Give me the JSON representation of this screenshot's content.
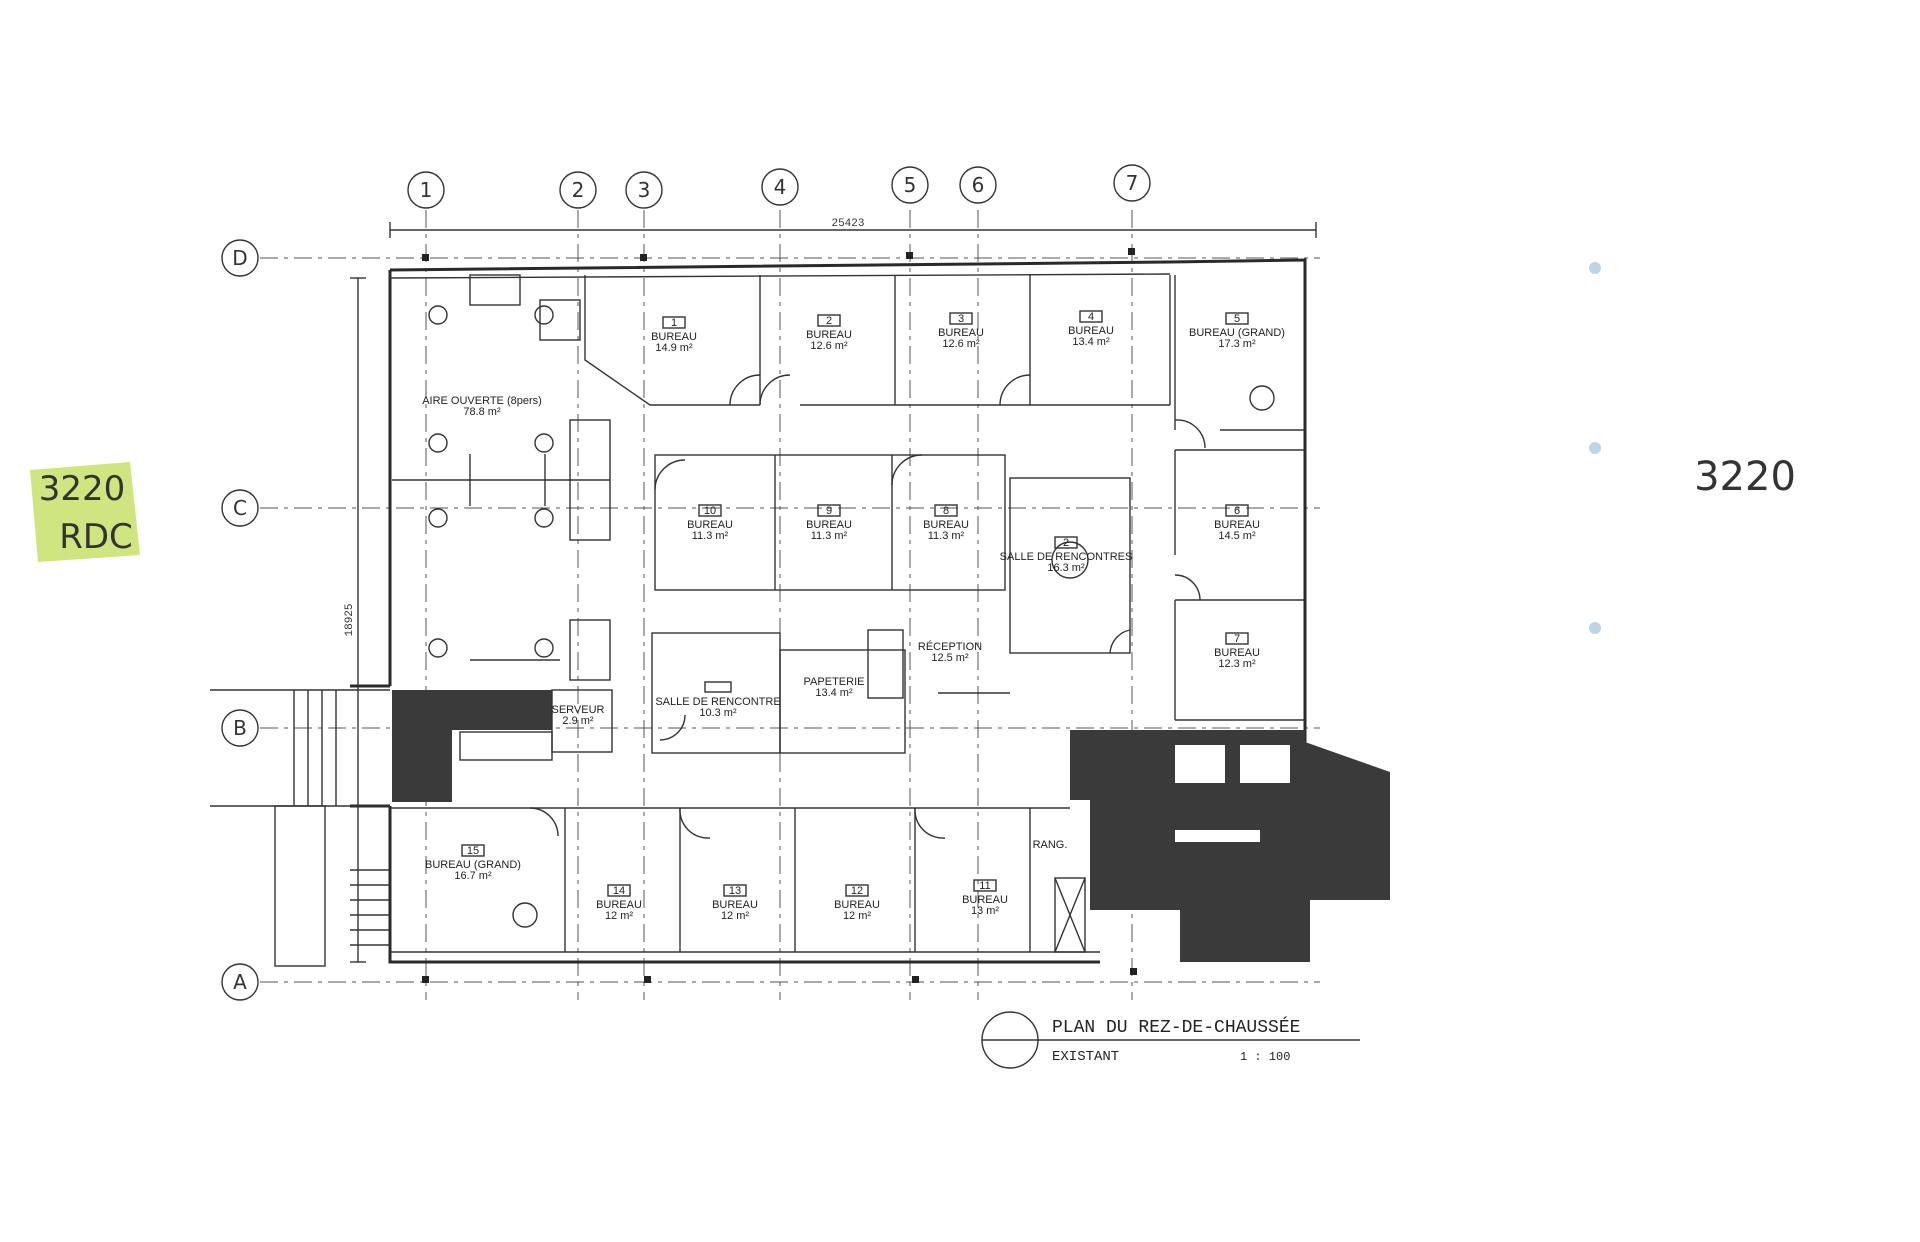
{
  "sheet": {
    "sticky_note_line1": "3220",
    "sticky_note_line2": "RDC",
    "handwritten_number": "3220"
  },
  "grid": {
    "columns": [
      "1",
      "2",
      "3",
      "4",
      "5",
      "6",
      "7"
    ],
    "rows": [
      "D",
      "C",
      "B",
      "A"
    ]
  },
  "dimensions": {
    "overall_width": "25423",
    "overall_height": "18925"
  },
  "rooms": [
    {
      "id": "open",
      "number": "",
      "name": "AIRE OUVERTE (8pers)",
      "area": "78.8 m²"
    },
    {
      "id": "b1",
      "number": "1",
      "name": "BUREAU",
      "area": "14.9 m²"
    },
    {
      "id": "b2",
      "number": "2",
      "name": "BUREAU",
      "area": "12.6 m²"
    },
    {
      "id": "b3",
      "number": "3",
      "name": "BUREAU",
      "area": "12.6 m²"
    },
    {
      "id": "b4",
      "number": "4",
      "name": "BUREAU",
      "area": "13.4 m²"
    },
    {
      "id": "b5",
      "number": "5",
      "name": "BUREAU (GRAND)",
      "area": "17.3 m²"
    },
    {
      "id": "b6",
      "number": "6",
      "name": "BUREAU",
      "area": "14.5 m²"
    },
    {
      "id": "b7",
      "number": "7",
      "name": "BUREAU",
      "area": "12.3 m²"
    },
    {
      "id": "b8",
      "number": "8",
      "name": "BUREAU",
      "area": "11.3 m²"
    },
    {
      "id": "b9",
      "number": "9",
      "name": "BUREAU",
      "area": "11.3 m²"
    },
    {
      "id": "b10",
      "number": "10",
      "name": "BUREAU",
      "area": "11.3 m²"
    },
    {
      "id": "sr2",
      "number": "2",
      "name": "SALLE DE RENCONTRES",
      "area": "16.3 m²"
    },
    {
      "id": "rec",
      "number": "",
      "name": "RÉCEPTION",
      "area": "12.5 m²"
    },
    {
      "id": "pap",
      "number": "",
      "name": "PAPETERIE",
      "area": "13.4 m²"
    },
    {
      "id": "sr1",
      "number": "",
      "name": "SALLE DE RENCONTRE",
      "area": "10.3 m²"
    },
    {
      "id": "srv",
      "number": "",
      "name": "SERVEUR",
      "area": "2.9 m²"
    },
    {
      "id": "b15",
      "number": "15",
      "name": "BUREAU (GRAND)",
      "area": "16.7 m²"
    },
    {
      "id": "b14",
      "number": "14",
      "name": "BUREAU",
      "area": "12 m²"
    },
    {
      "id": "b13",
      "number": "13",
      "name": "BUREAU",
      "area": "12 m²"
    },
    {
      "id": "b12",
      "number": "12",
      "name": "BUREAU",
      "area": "12 m²"
    },
    {
      "id": "b11",
      "number": "11",
      "name": "BUREAU",
      "area": "13 m²"
    },
    {
      "id": "rang",
      "number": "",
      "name": "RANG.",
      "area": ""
    }
  ],
  "title_block": {
    "title": "PLAN DU REZ-DE-CHAUSSÉE",
    "subtitle": "EXISTANT",
    "scale": "1 : 100"
  },
  "colors": {
    "ink": "#2a2a2a",
    "sticky_note": "#c6e06a",
    "fill_dark": "#3a3a3a"
  }
}
